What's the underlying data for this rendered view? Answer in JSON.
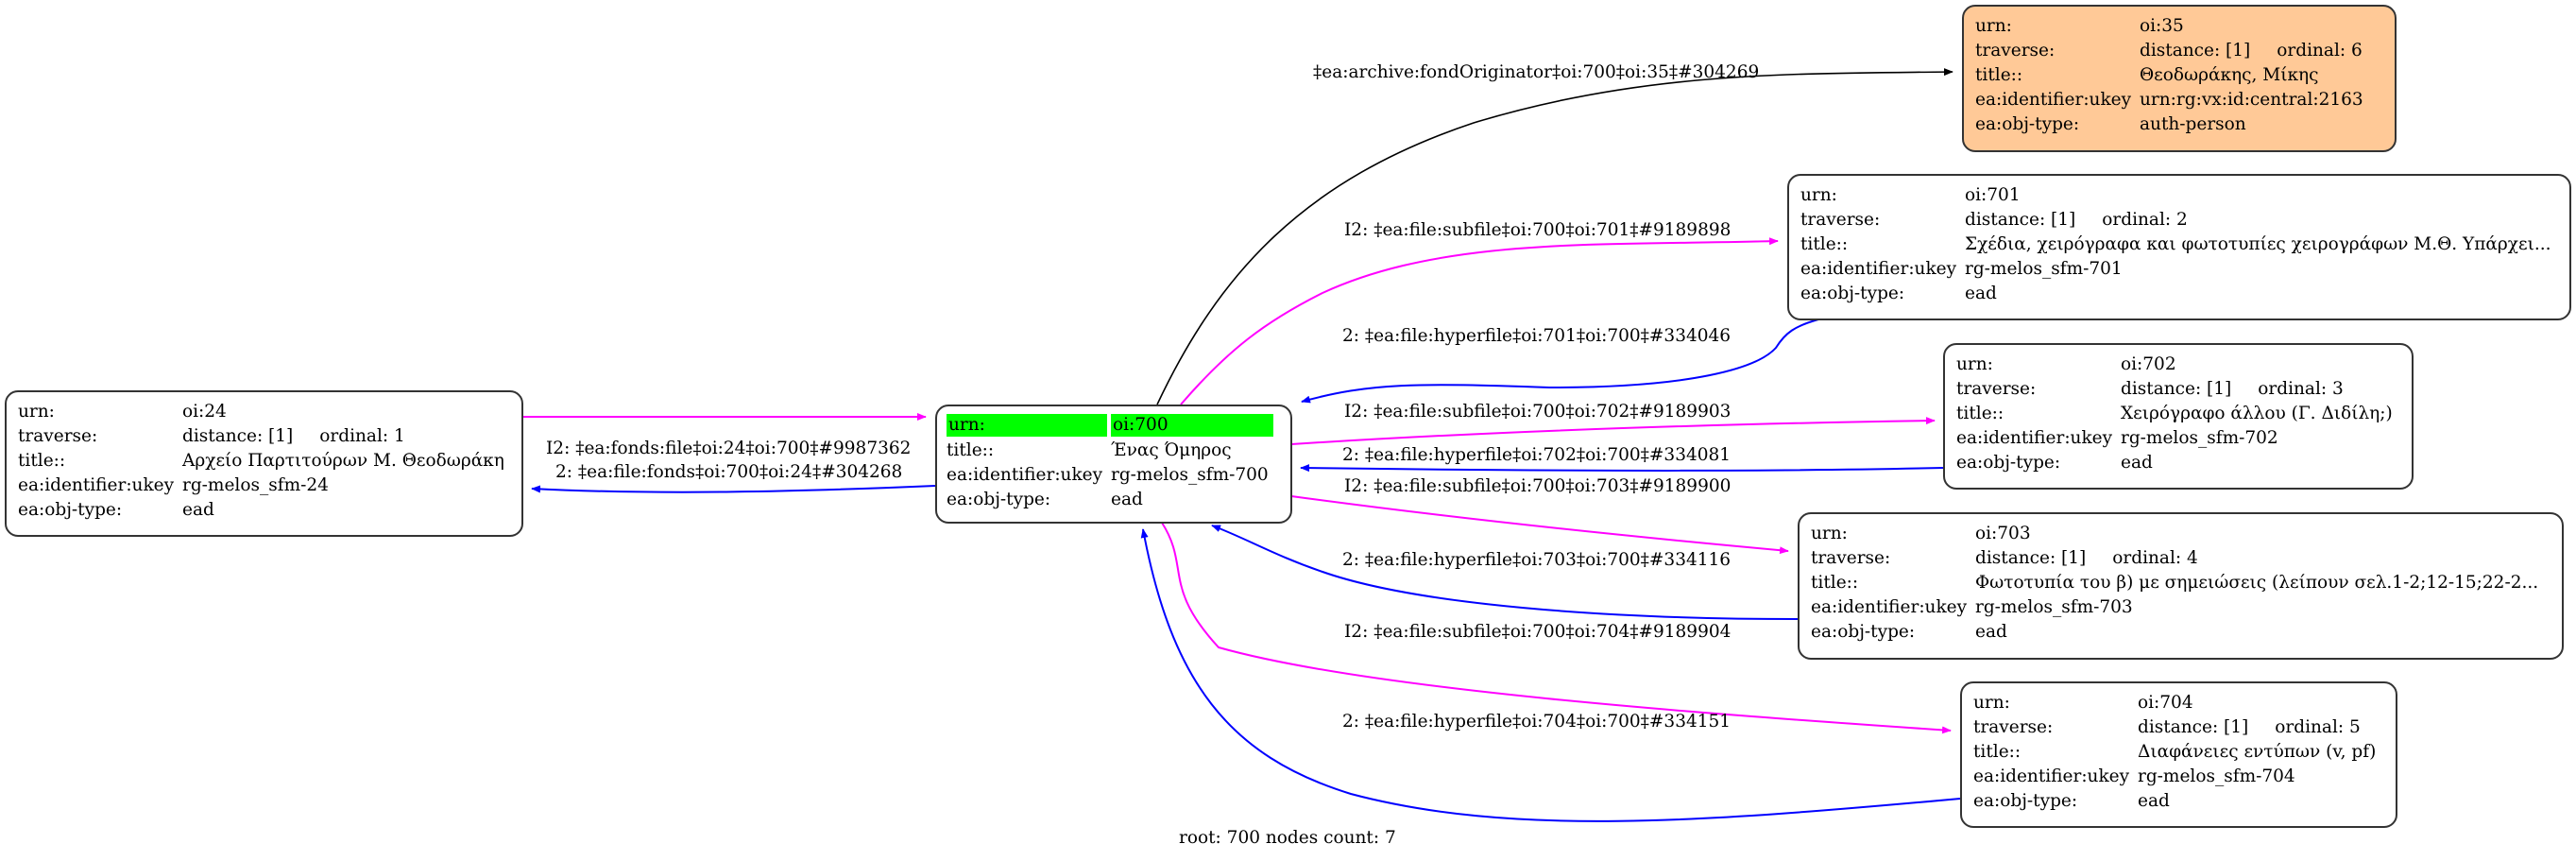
{
  "graph": {
    "footer": "root: 700 nodes count: 7",
    "colors": {
      "root_highlight": "#00ff00",
      "person_node_fill": "#ffc997",
      "subfile_edge": "#ff00ff",
      "hyperfile_edge": "#0000ff",
      "originator_edge": "#000000",
      "node_border": "#333333"
    },
    "keys": {
      "urn": "urn:",
      "traverse": "traverse:",
      "title": "title::",
      "ukey": "ea:identifier:ukey",
      "objtype": "ea:obj-type:"
    },
    "root": {
      "urn": "oi:700",
      "title": "Ένας Όμηρος",
      "ukey": "rg-melos_sfm-700",
      "objtype": "ead"
    },
    "nodes": {
      "n24": {
        "urn": "oi:24",
        "distance": "distance: [1]",
        "ordinal": "ordinal: 1",
        "title": "Αρχείο Παρτιτούρων Μ. Θεοδωράκη",
        "ukey": "rg-melos_sfm-24",
        "objtype": "ead"
      },
      "n35": {
        "urn": "oi:35",
        "distance": "distance: [1]",
        "ordinal": "ordinal: 6",
        "title": "Θεοδωράκης, Μίκης",
        "ukey": "urn:rg:vx:id:central:2163",
        "objtype": "auth-person"
      },
      "n701": {
        "urn": "oi:701",
        "distance": "distance: [1]",
        "ordinal": "ordinal: 2",
        "title": "Σχέδια, χειρόγραφα και φωτοτυπίες χειρογράφων Μ.Θ. Υπάρχει...",
        "ukey": "rg-melos_sfm-701",
        "objtype": "ead"
      },
      "n702": {
        "urn": "oi:702",
        "distance": "distance: [1]",
        "ordinal": "ordinal: 3",
        "title": "Χειρόγραφο άλλου (Γ. Διδίλη;)",
        "ukey": "rg-melos_sfm-702",
        "objtype": "ead"
      },
      "n703": {
        "urn": "oi:703",
        "distance": "distance: [1]",
        "ordinal": "ordinal: 4",
        "title": "Φωτοτυπία του β) με σημειώσεις (λείπουν σελ.1-2;12-15;22-2...",
        "ukey": "rg-melos_sfm-703",
        "objtype": "ead"
      },
      "n704": {
        "urn": "oi:704",
        "distance": "distance: [1]",
        "ordinal": "ordinal: 5",
        "title": "Διαφάνειες εντύπων (v, pf)",
        "ukey": "rg-melos_sfm-704",
        "objtype": "ead"
      }
    },
    "edges": {
      "e24_700": "I2: ‡ea:fonds:file‡oi:24‡oi:700‡#9987362",
      "e700_24": "2: ‡ea:file:fonds‡oi:700‡oi:24‡#304268",
      "e700_35": "‡ea:archive:fondOriginator‡oi:700‡oi:35‡#304269",
      "e700_701": "I2: ‡ea:file:subfile‡oi:700‡oi:701‡#9189898",
      "e701_700": "2: ‡ea:file:hyperfile‡oi:701‡oi:700‡#334046",
      "e700_702": "I2: ‡ea:file:subfile‡oi:700‡oi:702‡#9189903",
      "e702_700": "2: ‡ea:file:hyperfile‡oi:702‡oi:700‡#334081",
      "e700_703": "I2: ‡ea:file:subfile‡oi:700‡oi:703‡#9189900",
      "e703_700": "2: ‡ea:file:hyperfile‡oi:703‡oi:700‡#334116",
      "e700_704": "I2: ‡ea:file:subfile‡oi:700‡oi:704‡#9189904",
      "e704_700": "2: ‡ea:file:hyperfile‡oi:704‡oi:700‡#334151"
    }
  }
}
